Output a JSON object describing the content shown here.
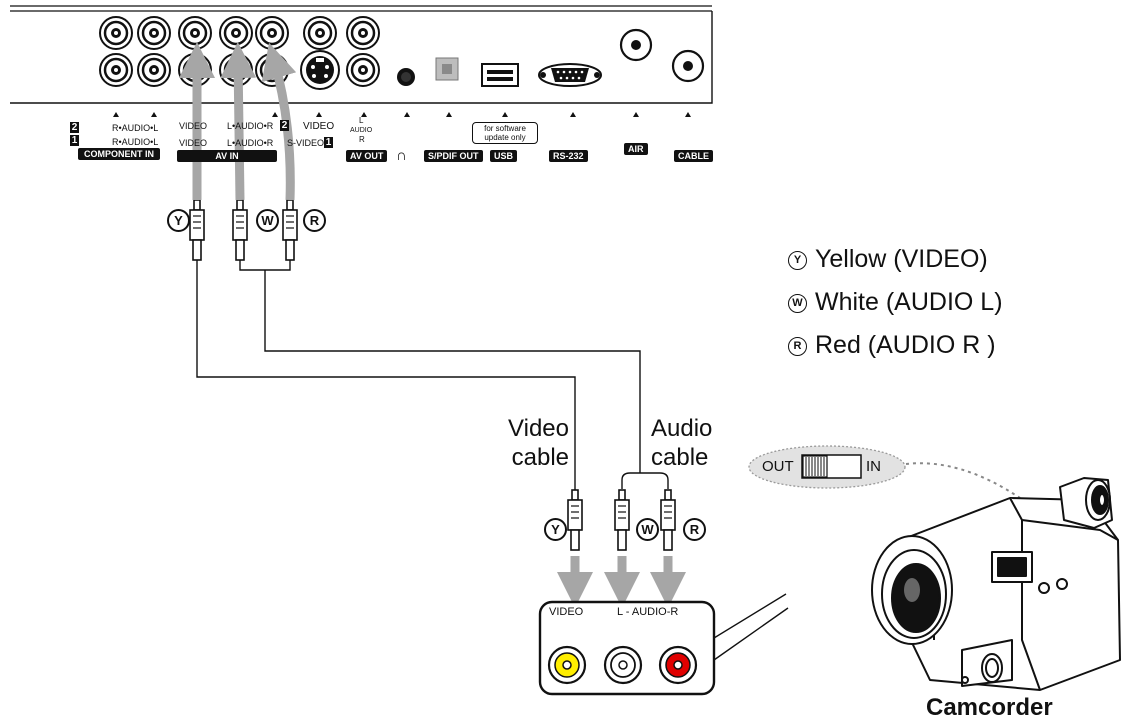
{
  "tv_panel": {
    "component_in": {
      "row2_num": "2",
      "row2_label": "R•AUDIO•L",
      "row1_num": "1",
      "row1_label": "R•AUDIO•L",
      "badge": "COMPONENT IN"
    },
    "av_in": {
      "row2_video": "VIDEO",
      "row2_audio": "L•AUDIO•R",
      "row2_num": "2",
      "row1_video": "VIDEO",
      "row1_audio": "L•AUDIO•R",
      "row1_svideo": "S-VIDEO",
      "row1_num": "1",
      "badge": "AV IN"
    },
    "av_out": {
      "video": "VIDEO",
      "l": "L",
      "audio": "AUDIO",
      "r": "R",
      "badge": "AV OUT"
    },
    "spdif": {
      "badge": "S/PDIF OUT"
    },
    "usb": {
      "note": "for software update only",
      "badge": "USB"
    },
    "rs232": {
      "badge": "RS-232"
    },
    "air": {
      "badge": "AIR"
    },
    "cable": {
      "badge": "CABLE"
    }
  },
  "plug_symbols": {
    "yellow": "Y",
    "white": "W",
    "red": "R"
  },
  "legend": [
    {
      "symbol": "Y",
      "text": "Yellow (VIDEO)"
    },
    {
      "symbol": "W",
      "text": "White (AUDIO L)"
    },
    {
      "symbol": "R",
      "text": "Red (AUDIO R )"
    }
  ],
  "cable_labels": {
    "video": "Video cable",
    "video_l1": "Video",
    "video_l2": "cable",
    "audio_l1": "Audio",
    "audio_l2": "cable"
  },
  "camcorder": {
    "caption": "Camcorder",
    "jack_video": "VIDEO",
    "jack_audio": "L - AUDIO-R",
    "switch_out": "OUT",
    "switch_in": "IN"
  },
  "colors": {
    "yellow": "#ffee00",
    "red": "#e00000",
    "arrow": "#a6a6a6",
    "switch_bg": "#e2e2e2"
  }
}
